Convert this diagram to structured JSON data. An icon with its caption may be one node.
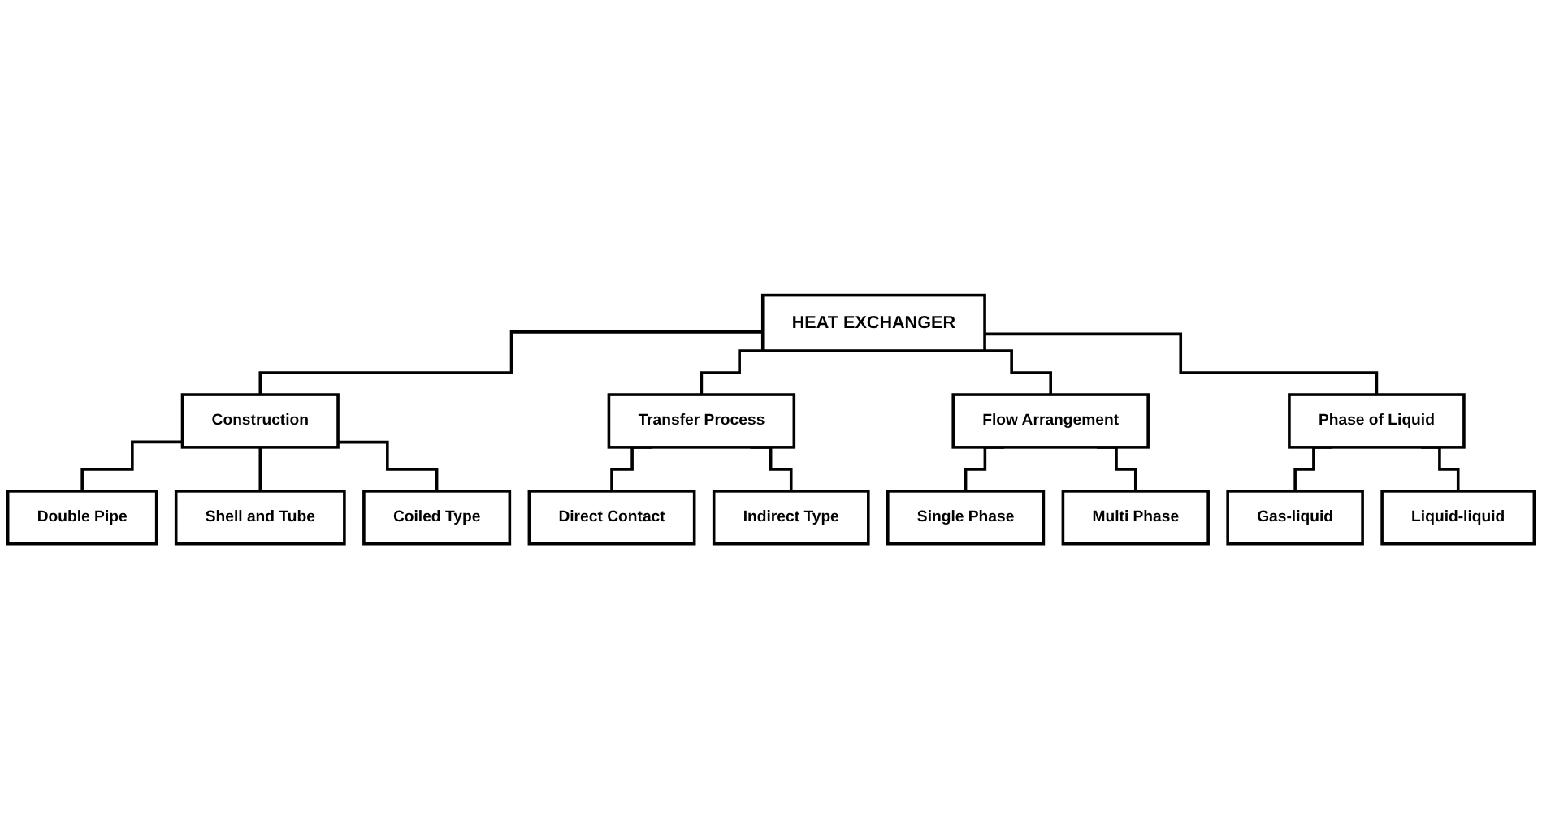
{
  "diagram": {
    "nodes": [
      {
        "text": [
          "HEAT EXCHANGER"
        ]
      },
      {
        "text": [
          "Construction"
        ]
      },
      {
        "text": [
          "Transfer Process"
        ]
      },
      {
        "text": [
          "Flow Arrangement"
        ]
      },
      {
        "text": [
          "Phase of Liquid"
        ]
      },
      {
        "text": [
          "Double Pipe"
        ]
      },
      {
        "text": [
          "Shell and Tube"
        ]
      },
      {
        "text": [
          "Coiled Type"
        ]
      },
      {
        "text": [
          "Direct Contact"
        ]
      },
      {
        "text": [
          "Indirect Type"
        ]
      },
      {
        "text": [
          "Single Phase"
        ]
      },
      {
        "text": [
          "Multi Phase"
        ]
      },
      {
        "text": [
          "Gas-liquid"
        ]
      },
      {
        "text": [
          "Liquid-liquid"
        ]
      }
    ],
    "edges": [
      {
        "from": 0,
        "to": 1,
        "arrow": "none"
      },
      {
        "from": 0,
        "to": 2,
        "arrow": "none"
      },
      {
        "from": 0,
        "to": 3,
        "arrow": "none"
      },
      {
        "from": 0,
        "to": 4,
        "arrow": "none"
      },
      {
        "from": 1,
        "to": 5,
        "arrow": "none"
      },
      {
        "from": 1,
        "to": 6,
        "arrow": "none"
      },
      {
        "from": 1,
        "to": 7,
        "arrow": "none"
      },
      {
        "from": 2,
        "to": 8,
        "arrow": "none"
      },
      {
        "from": 2,
        "to": 9,
        "arrow": "none"
      },
      {
        "from": 3,
        "to": 10,
        "arrow": "none"
      },
      {
        "from": 3,
        "to": 11,
        "arrow": "none"
      },
      {
        "from": 4,
        "to": 12,
        "arrow": "none"
      },
      {
        "from": 4,
        "to": 13,
        "arrow": "none"
      }
    ]
  }
}
